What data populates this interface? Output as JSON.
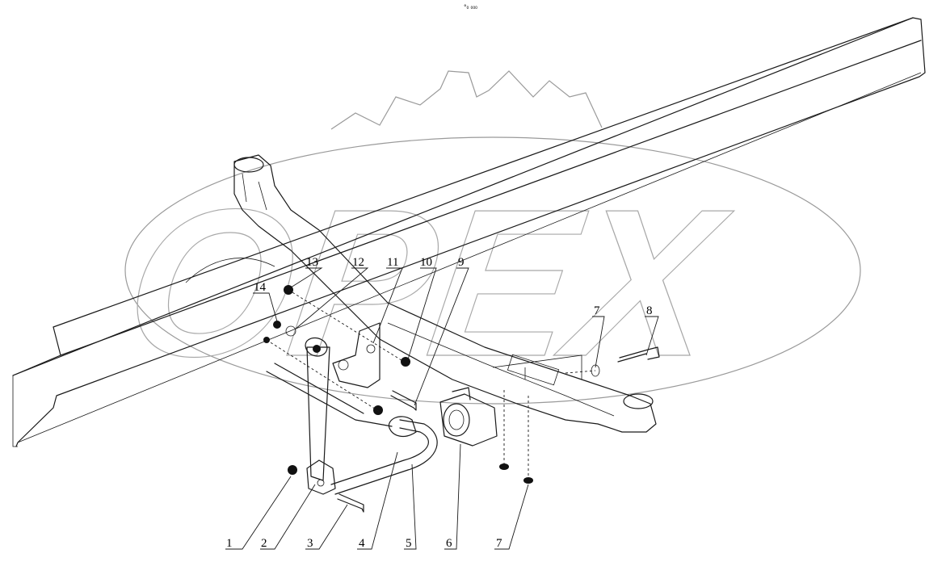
{
  "page": {
    "top_mark": "°₀ ₀₀₀"
  },
  "watermark": {
    "text": "OPEX"
  },
  "callouts": [
    {
      "id": "c1",
      "number": "1"
    },
    {
      "id": "c2",
      "number": "2"
    },
    {
      "id": "c3",
      "number": "3"
    },
    {
      "id": "c4",
      "number": "4"
    },
    {
      "id": "c5",
      "number": "5"
    },
    {
      "id": "c6",
      "number": "6"
    },
    {
      "id": "c7a",
      "number": "7"
    },
    {
      "id": "c7b",
      "number": "7"
    },
    {
      "id": "c8",
      "number": "8"
    },
    {
      "id": "c9",
      "number": "9"
    },
    {
      "id": "c10",
      "number": "10"
    },
    {
      "id": "c11",
      "number": "11"
    },
    {
      "id": "c12",
      "number": "12"
    },
    {
      "id": "c13",
      "number": "13"
    },
    {
      "id": "c14",
      "number": "14"
    }
  ]
}
